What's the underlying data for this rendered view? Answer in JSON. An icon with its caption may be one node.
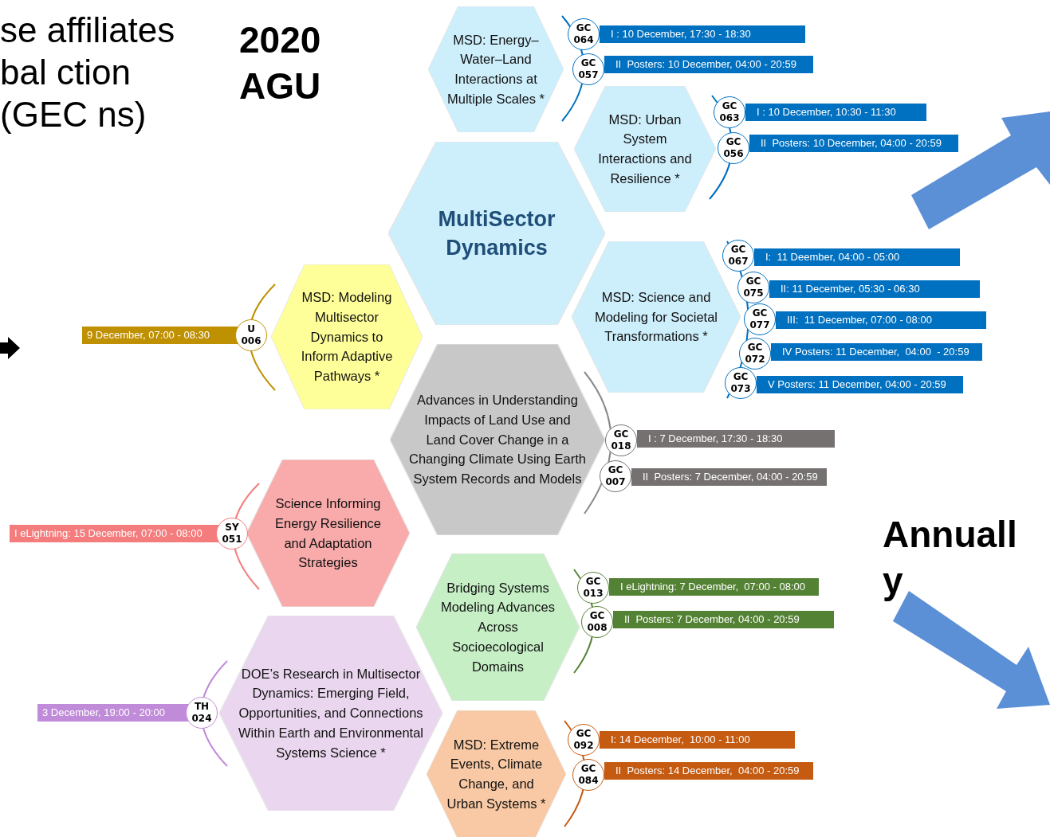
{
  "diagram": {
    "nodes": [
      {
        "text": [
          "MSD: Energy– Water–Land Interactions at Multiple Scales *"
        ]
      },
      {
        "text": [
          "GC 064"
        ]
      },
      {
        "text": [
          "I : 10 December, 17:30 - 18:30"
        ]
      },
      {
        "text": [
          "GC 057"
        ]
      },
      {
        "text": [
          "II  Posters: 10 December, 04:00 - 20:59"
        ]
      },
      {
        "text": [
          "MSD: Urban System Interactions and Resilience *"
        ]
      },
      {
        "text": [
          "GC 063"
        ]
      },
      {
        "text": [
          "I : 10 December, 10:30 - 11:30"
        ]
      },
      {
        "text": [
          "GC 056"
        ]
      },
      {
        "text": [
          "II  Posters: 10 December, 04:00 - 20:59"
        ]
      },
      {
        "text": [
          "MultiSector Dynamics"
        ]
      },
      {
        "text": [
          "MSD: Science and Modeling for Societal Transformations *"
        ]
      },
      {
        "text": [
          "GC 067"
        ]
      },
      {
        "text": [
          "I:  11 Deember, 04:00 - 05:00"
        ]
      },
      {
        "text": [
          "GC 075"
        ]
      },
      {
        "text": [
          "II: 11 December, 05:30 - 06:30"
        ]
      },
      {
        "text": [
          "GC 077"
        ]
      },
      {
        "text": [
          "III:  11 December, 07:00 - 08:00"
        ]
      },
      {
        "text": [
          "GC 072"
        ]
      },
      {
        "text": [
          "IV Posters: 11 December,  04:00  - 20:59"
        ]
      },
      {
        "text": [
          "GC 073"
        ]
      },
      {
        "text": [
          "V Posters: 11 December, 04:00 - 20:59"
        ]
      },
      {
        "text": [
          "MSD: Modeling Multisector Dynamics to Inform Adaptive Pathways *"
        ]
      },
      {
        "text": [
          "U 006"
        ]
      },
      {
        "text": [
          "9 December, 07:00 - 08:30"
        ]
      },
      {
        "text": [
          "Advances in Understanding Impacts of Land Use and Land Cover Change in a Changing Climate Using Earth System Records and Models"
        ]
      },
      {
        "text": [
          "GC 018"
        ]
      },
      {
        "text": [
          "I : 7 December, 17:30 - 18:30"
        ]
      },
      {
        "text": [
          "GC 007"
        ]
      },
      {
        "text": [
          "II  Posters: 7 December, 04:00 - 20:59"
        ]
      },
      {
        "text": [
          "Science Informing Energy Resilience and Adaptation Strategies"
        ]
      },
      {
        "text": [
          "SY 051"
        ]
      },
      {
        "text": [
          "I eLightning: 15 December, 07:00 - 08:00"
        ]
      },
      {
        "text": [
          "Bridging Systems Modeling Advances Across Socioecological Domains"
        ]
      },
      {
        "text": [
          "GC 013"
        ]
      },
      {
        "text": [
          "I eLightning: 7 December,  07:00 - 08:00"
        ]
      },
      {
        "text": [
          "GC 008"
        ]
      },
      {
        "text": [
          "II  Posters: 7 December, 04:00 - 20:59"
        ]
      },
      {
        "text": [
          "DOE’s Research in Multisector Dynamics: Emerging Field, Opportunities, and Connections Within Earth and Environmental Systems Science *"
        ]
      },
      {
        "text": [
          "TH 024"
        ]
      },
      {
        "text": [
          "3 December, 19:00 - 20:00"
        ]
      },
      {
        "text": [
          "MSD: Extreme Events, Climate Change, and Urban Systems *"
        ]
      },
      {
        "text": [
          "GC 092"
        ]
      },
      {
        "text": [
          "I: 14 December,  10:00 - 11:00"
        ]
      },
      {
        "text": [
          "GC 084"
        ]
      },
      {
        "text": [
          "II  Posters: 14 December,  04:00 - 20:59"
        ]
      }
    ],
    "labels": [
      "se affiliates bal ction (GEC ns)",
      "2020 AGU",
      "Annuall y"
    ]
  }
}
